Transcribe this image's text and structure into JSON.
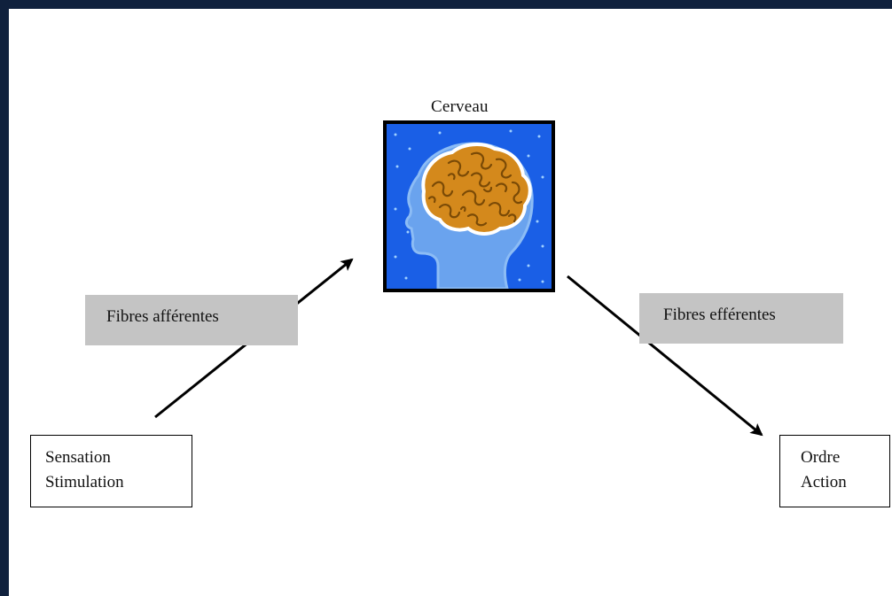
{
  "diagram": {
    "brain_label": "Cerveau",
    "afferent_label": "Fibres afférentes",
    "efferent_label": "Fibres efférentes",
    "input_box": {
      "line1": "Sensation",
      "line2": "Stimulation"
    },
    "output_box": {
      "line1": "Ordre",
      "line2": "Action"
    }
  },
  "colors": {
    "page_frame": "#10213d",
    "canvas": "#ffffff",
    "brain_background": "#1a5fe6",
    "head_silhouette": "#6aa3ee",
    "brain": "#d4891c",
    "label_box": "#c4c4c4"
  },
  "icons": {
    "brain_image": "brain-in-head-icon"
  }
}
